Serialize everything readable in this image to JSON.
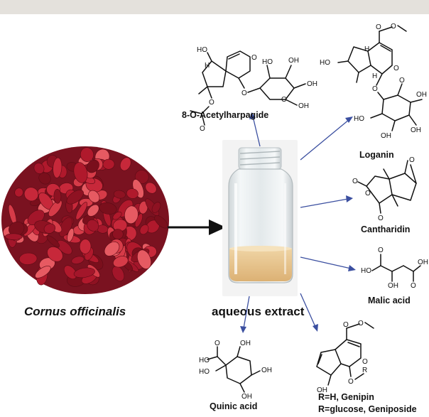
{
  "source": {
    "label": "Cornus officinalis",
    "colors": {
      "berry": "#b0192c",
      "berry_dark": "#6d0e1a",
      "berry_light": "#e65a62"
    }
  },
  "extract": {
    "label": "aqueous extract",
    "colors": {
      "liquid": "#e9c690",
      "glass": "#e7ecee"
    }
  },
  "compounds": [
    {
      "id": "acetylharpagide",
      "label": "8-O-Acetylharpagide"
    },
    {
      "id": "loganin",
      "label": "Loganin"
    },
    {
      "id": "cantharidin",
      "label": "Cantharidin"
    },
    {
      "id": "malic",
      "label": "Malic acid"
    },
    {
      "id": "quinic",
      "label": "Quinic acid"
    },
    {
      "id": "genipin",
      "label": "R=H, Genipin",
      "label2": "R=glucose, Geniposide"
    }
  ],
  "atoms": {
    "oh": "OH",
    "ho": "HO",
    "h": "H",
    "o": "O",
    "r": "R"
  },
  "arrow_color": "#3b4fa0"
}
